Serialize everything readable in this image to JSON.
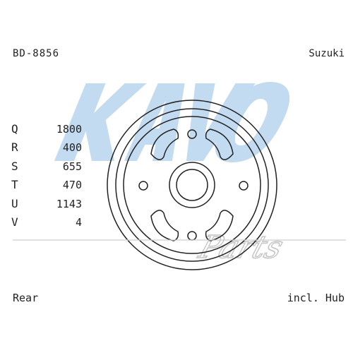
{
  "header": {
    "part_number": "BD-8856",
    "brand": "Suzuki"
  },
  "specs": [
    {
      "key": "Q",
      "value": "1800"
    },
    {
      "key": "R",
      "value": "400"
    },
    {
      "key": "S",
      "value": "655"
    },
    {
      "key": "T",
      "value": "470"
    },
    {
      "key": "U",
      "value": "1143"
    },
    {
      "key": "V",
      "value": "4"
    }
  ],
  "footer": {
    "position": "Rear",
    "note": "incl. Hub"
  },
  "watermark": {
    "logo": "KAVO PARTS",
    "color": "#b9d5ee"
  },
  "colors": {
    "line": "#222222",
    "rule": "#cfcfcf"
  }
}
